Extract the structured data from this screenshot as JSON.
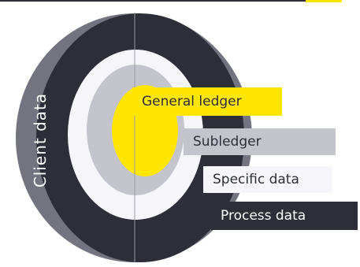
{
  "diagram": {
    "layers": [
      {
        "id": "client",
        "label": "Client data",
        "color": "#747480"
      },
      {
        "id": "process",
        "label": "Process data",
        "color": "#2e2e38"
      },
      {
        "id": "specific",
        "label": "Specific data",
        "color": "#f6f6fa"
      },
      {
        "id": "subledger",
        "label": "Subledger",
        "color": "#c4c4cd"
      },
      {
        "id": "general",
        "label": "General ledger",
        "color": "#ffe600"
      }
    ],
    "top_bar_color": "#2e2e38",
    "accent": "#ffe600"
  }
}
